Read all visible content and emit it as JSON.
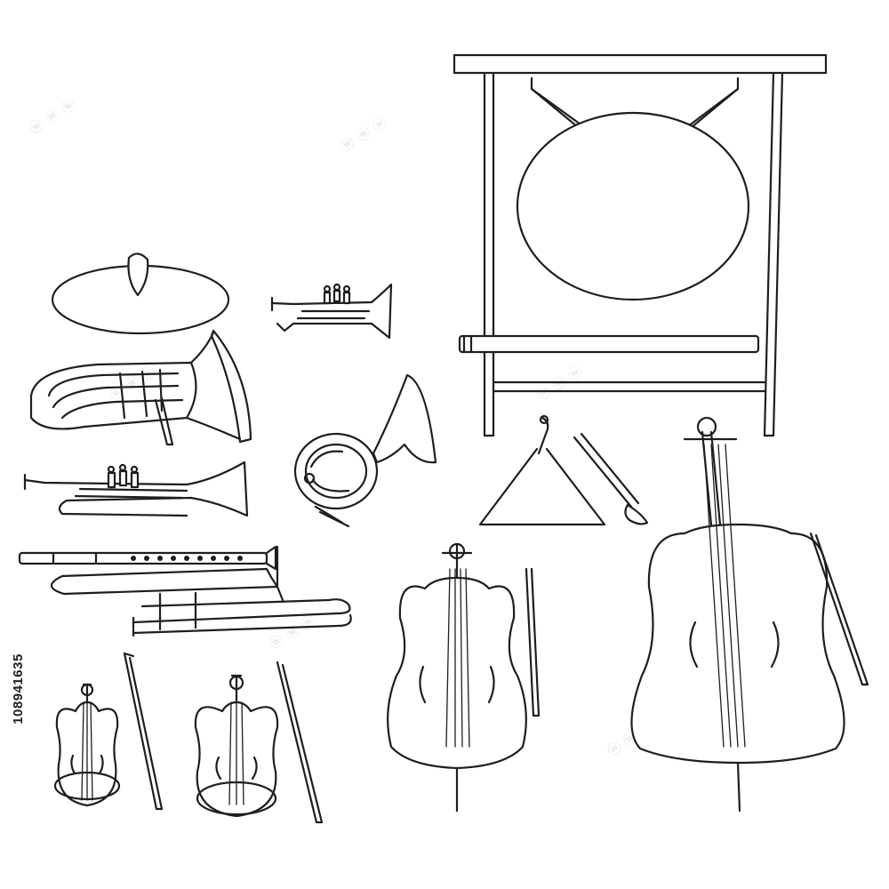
{
  "image": {
    "stock_id": "108941635",
    "line_color": "#1e1e1e",
    "background": "#ffffff"
  },
  "instruments": [
    "cymbal",
    "tuba",
    "cornet",
    "french-horn",
    "trumpet",
    "flute",
    "trombone",
    "gong",
    "triangle",
    "violin",
    "viola",
    "cello",
    "double-bass"
  ]
}
